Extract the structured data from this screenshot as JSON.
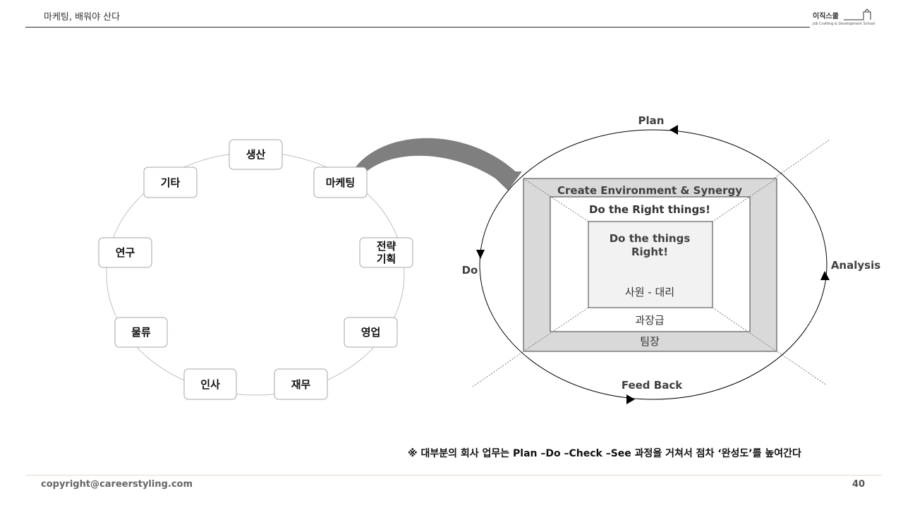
{
  "header": {
    "title": "마케팅, 배워야 산다",
    "logo_main": "이직스쿨",
    "logo_sub": "Job Crafting & Development School"
  },
  "departments": {
    "production": "생산",
    "marketing": "마케팅",
    "strategy_line1": "전략",
    "strategy_line2": "기획",
    "sales": "영업",
    "finance": "재무",
    "hr": "인사",
    "logistics": "물류",
    "research": "연구",
    "other": "기타"
  },
  "cycle": {
    "plan": "Plan",
    "do": "Do",
    "analysis": "Analysis",
    "feedback": "Feed Back"
  },
  "levels": {
    "outer_title": "Create Environment & Synergy",
    "middle_title": "Do the Right things!",
    "inner_title_line1": "Do the things",
    "inner_title_line2": "Right!",
    "inner_role": "사원 - 대리",
    "middle_role": "과장급",
    "outer_role": "팀장"
  },
  "note": "※ 대부분의 회사 업무는 Plan –Do –Check –See 과정을 거쳐서 점차 ‘완성도’를 높여간다",
  "footer": {
    "copyright": "copyright@careerstyling.com",
    "page": "40"
  },
  "colors": {
    "outer_fill": "#d9d9d9",
    "inner_fill": "#f2f2f2",
    "arrow": "#7f7f7f",
    "node_border": "#a6a6a6"
  }
}
